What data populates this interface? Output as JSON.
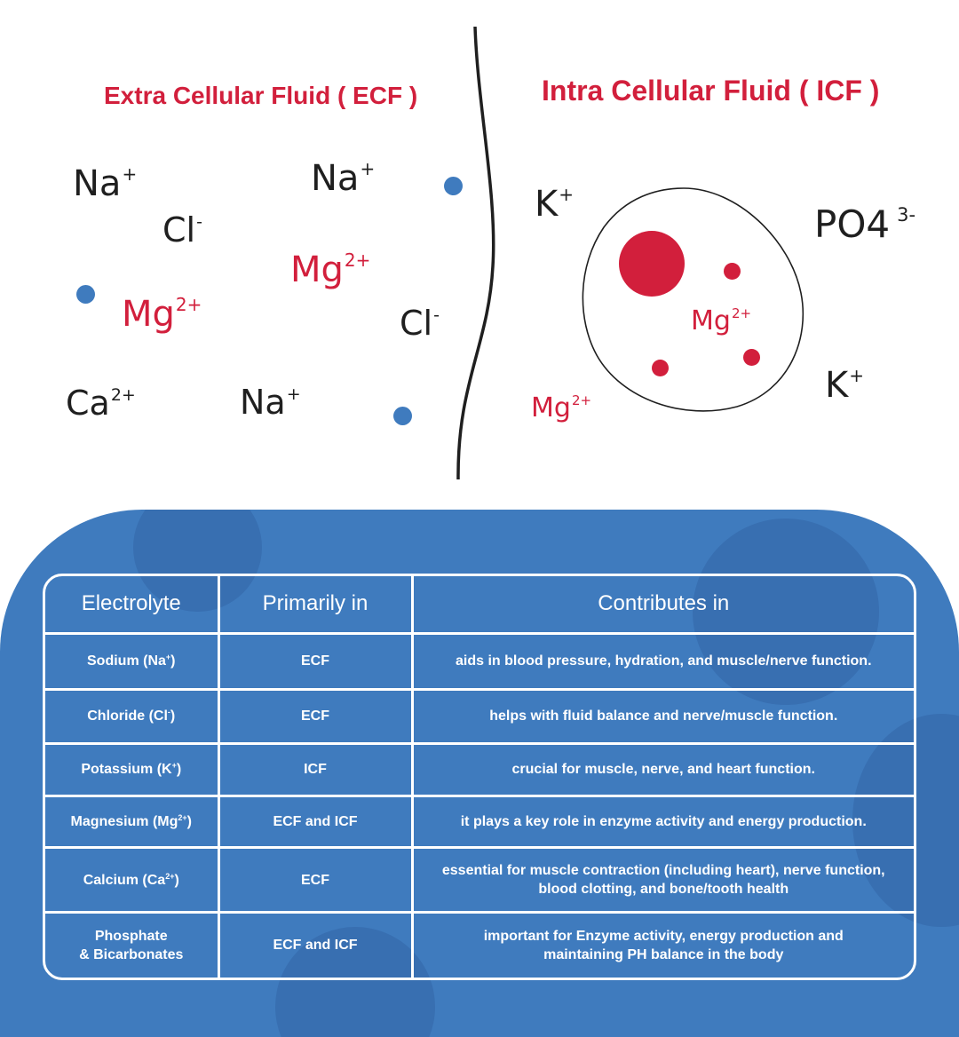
{
  "diagram": {
    "ecf_title": "Extra Cellular Fluid ( ECF )",
    "icf_title": "Intra Cellular Fluid ( ICF )",
    "ecf_ions": [
      {
        "symbol": "Na",
        "charge": "+",
        "color": "black"
      },
      {
        "symbol": "Na",
        "charge": "+",
        "color": "black"
      },
      {
        "symbol": "Cl",
        "charge": "-",
        "color": "black"
      },
      {
        "symbol": "Mg",
        "charge": "2+",
        "color": "red"
      },
      {
        "symbol": "Mg",
        "charge": "2+",
        "color": "red"
      },
      {
        "symbol": "Cl",
        "charge": "-",
        "color": "black"
      },
      {
        "symbol": "Ca",
        "charge": "2+",
        "color": "black"
      },
      {
        "symbol": "Na",
        "charge": "+",
        "color": "black"
      }
    ],
    "icf_ions": [
      {
        "symbol": "K",
        "charge": "+",
        "color": "black"
      },
      {
        "symbol": "PO4",
        "charge": "3-",
        "color": "black"
      },
      {
        "symbol": "Mg",
        "charge": "2+",
        "color": "red"
      },
      {
        "symbol": "K",
        "charge": "+",
        "color": "black"
      },
      {
        "symbol": "Mg",
        "charge": "2+",
        "color": "red"
      }
    ],
    "colors": {
      "accent_red": "#d21f3c",
      "accent_blue": "#3f7bbe",
      "ion_black": "#1f1f1f"
    }
  },
  "table": {
    "headers": [
      "Electrolyte",
      "Primarily in",
      "Contributes in"
    ],
    "rows": [
      {
        "name": "Sodium (Na",
        "sup": "+",
        "close": ")",
        "location": "ECF",
        "role": "aids in blood pressure, hydration, and muscle/nerve function."
      },
      {
        "name": "Chloride (Cl",
        "sup": "-",
        "close": ")",
        "location": "ECF",
        "role": "helps with fluid balance and nerve/muscle function."
      },
      {
        "name": "Potassium (K",
        "sup": "+",
        "close": ")",
        "location": "ICF",
        "role": "crucial for muscle, nerve, and heart function."
      },
      {
        "name": "Magnesium (Mg",
        "sup": "2+",
        "close": ")",
        "location": "ECF and ICF",
        "role": "it plays a key role in enzyme activity and energy production."
      },
      {
        "name": "Calcium (Ca",
        "sup": "2+",
        "close": ")",
        "location": "ECF",
        "role": "essential for muscle contraction (including heart), nerve function,\nblood clotting, and bone/tooth health"
      },
      {
        "name": "Phosphate\n& Bicarbonates",
        "sup": "",
        "close": "",
        "location": "ECF and ICF",
        "role": "important for Enzyme activity, energy production and\nmaintaining PH balance in the body"
      }
    ]
  }
}
